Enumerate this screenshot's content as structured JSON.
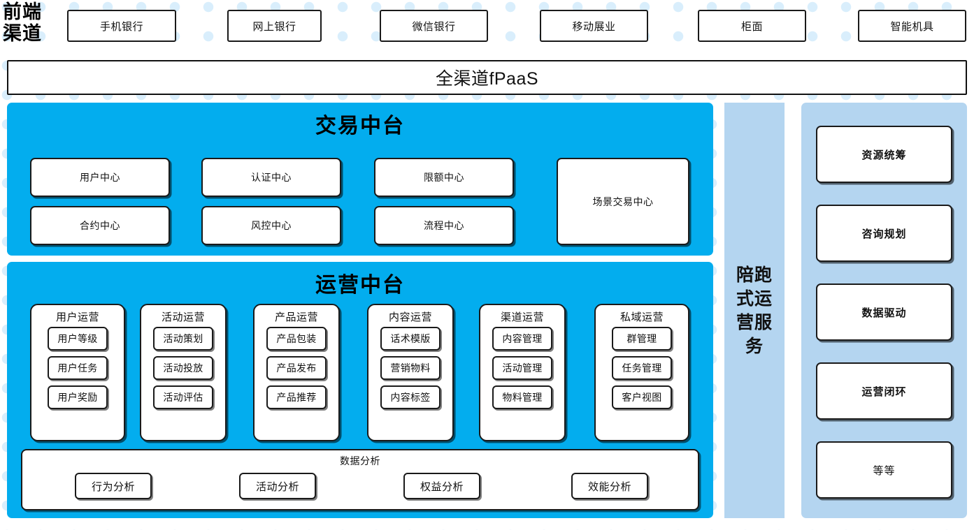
{
  "colors": {
    "cyan_panel": "#03adee",
    "light_blue": "#b4d5f0",
    "box_border": "#1a1a1a",
    "box_fill": "#ffffff",
    "dot_decor": "#d9eefc"
  },
  "front_channel": {
    "label": "前端渠道",
    "items": [
      {
        "label": "手机银行"
      },
      {
        "label": "网上银行"
      },
      {
        "label": "微信银行"
      },
      {
        "label": "移动展业"
      },
      {
        "label": "柜面"
      },
      {
        "label": "智能机具"
      }
    ]
  },
  "fpaas": {
    "label": "全渠道fPaaS"
  },
  "trade_center": {
    "title": "交易中台",
    "boxes": [
      {
        "label": "用户中心"
      },
      {
        "label": "认证中心"
      },
      {
        "label": "限额中心"
      },
      {
        "label": "合约中心"
      },
      {
        "label": "风控中心"
      },
      {
        "label": "流程中心"
      }
    ],
    "wide_box": {
      "label": "场景交易中心"
    }
  },
  "ops_center": {
    "title": "运营中台",
    "groups": [
      {
        "title": "用户运营",
        "items": [
          "用户等级",
          "用户任务",
          "用户奖励"
        ]
      },
      {
        "title": "活动运营",
        "items": [
          "活动策划",
          "活动投放",
          "活动评估"
        ]
      },
      {
        "title": "产品运营",
        "items": [
          "产品包装",
          "产品发布",
          "产品推荐"
        ]
      },
      {
        "title": "内容运营",
        "items": [
          "话术模版",
          "营销物料",
          "内容标签"
        ]
      },
      {
        "title": "渠道运营",
        "items": [
          "内容管理",
          "活动管理",
          "物料管理"
        ]
      },
      {
        "title": "私域运营",
        "items": [
          "群管理",
          "任务管理",
          "客户视图"
        ]
      }
    ],
    "analysis": {
      "title": "数据分析",
      "items": [
        "行为分析",
        "活动分析",
        "权益分析",
        "效能分析"
      ]
    }
  },
  "service_banner": {
    "label": "陪跑式运营服务"
  },
  "service_column": {
    "boxes": [
      {
        "label": "资源统筹",
        "bold": true
      },
      {
        "label": "咨询规划",
        "bold": true
      },
      {
        "label": "数据驱动",
        "bold": true
      },
      {
        "label": "运营闭环",
        "bold": true
      },
      {
        "label": "等等",
        "bold": false
      }
    ]
  }
}
